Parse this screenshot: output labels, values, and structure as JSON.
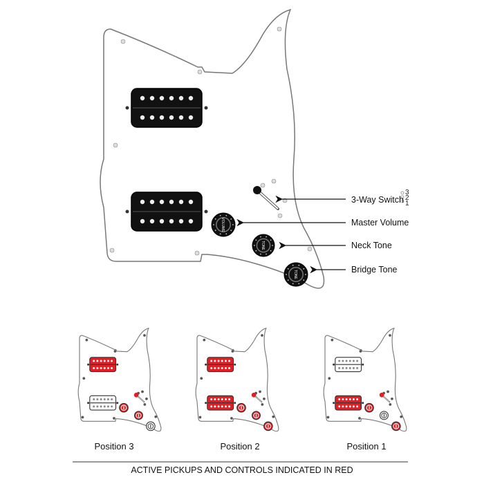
{
  "callouts": {
    "switch": "3-Way Switch",
    "volume": "Master Volume",
    "neck_tone": "Neck Tone",
    "bridge_tone": "Bridge Tone"
  },
  "switch_positions": [
    "3",
    "2",
    "1"
  ],
  "knob_labels": {
    "volume": "VOLUME",
    "tone": "TONE"
  },
  "positions": [
    {
      "label": "Position 3",
      "neck": true,
      "bridge": false,
      "volume": true,
      "neck_tone": true,
      "bridge_tone": false
    },
    {
      "label": "Position 2",
      "neck": true,
      "bridge": true,
      "volume": true,
      "neck_tone": true,
      "bridge_tone": true
    },
    {
      "label": "Position 1",
      "neck": false,
      "bridge": true,
      "volume": true,
      "neck_tone": false,
      "bridge_tone": true
    }
  ],
  "footer": "ACTIVE PICKUPS AND CONTROLS INDICATED IN RED",
  "colors": {
    "active": "#e31e24",
    "pickup": "#111111",
    "guard": "#ffffff"
  }
}
